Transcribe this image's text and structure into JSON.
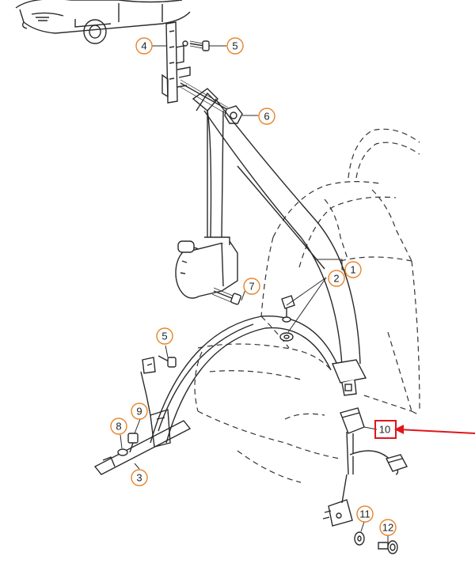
{
  "diagram": {
    "callouts": [
      {
        "id": "c4",
        "label": "4"
      },
      {
        "id": "c5a",
        "label": "5"
      },
      {
        "id": "c6",
        "label": "6"
      },
      {
        "id": "c1",
        "label": "1"
      },
      {
        "id": "c2",
        "label": "2"
      },
      {
        "id": "c7",
        "label": "7"
      },
      {
        "id": "c5b",
        "label": "5"
      },
      {
        "id": "c9",
        "label": "9"
      },
      {
        "id": "c8",
        "label": "8"
      },
      {
        "id": "c3",
        "label": "3"
      },
      {
        "id": "c10",
        "label": "10"
      },
      {
        "id": "c11",
        "label": "11"
      },
      {
        "id": "c12",
        "label": "12"
      }
    ],
    "colors": {
      "line": "#2a2a2a",
      "callout_ring": "#e8832a",
      "highlight": "#e0161b"
    },
    "highlighted_part": "10"
  }
}
